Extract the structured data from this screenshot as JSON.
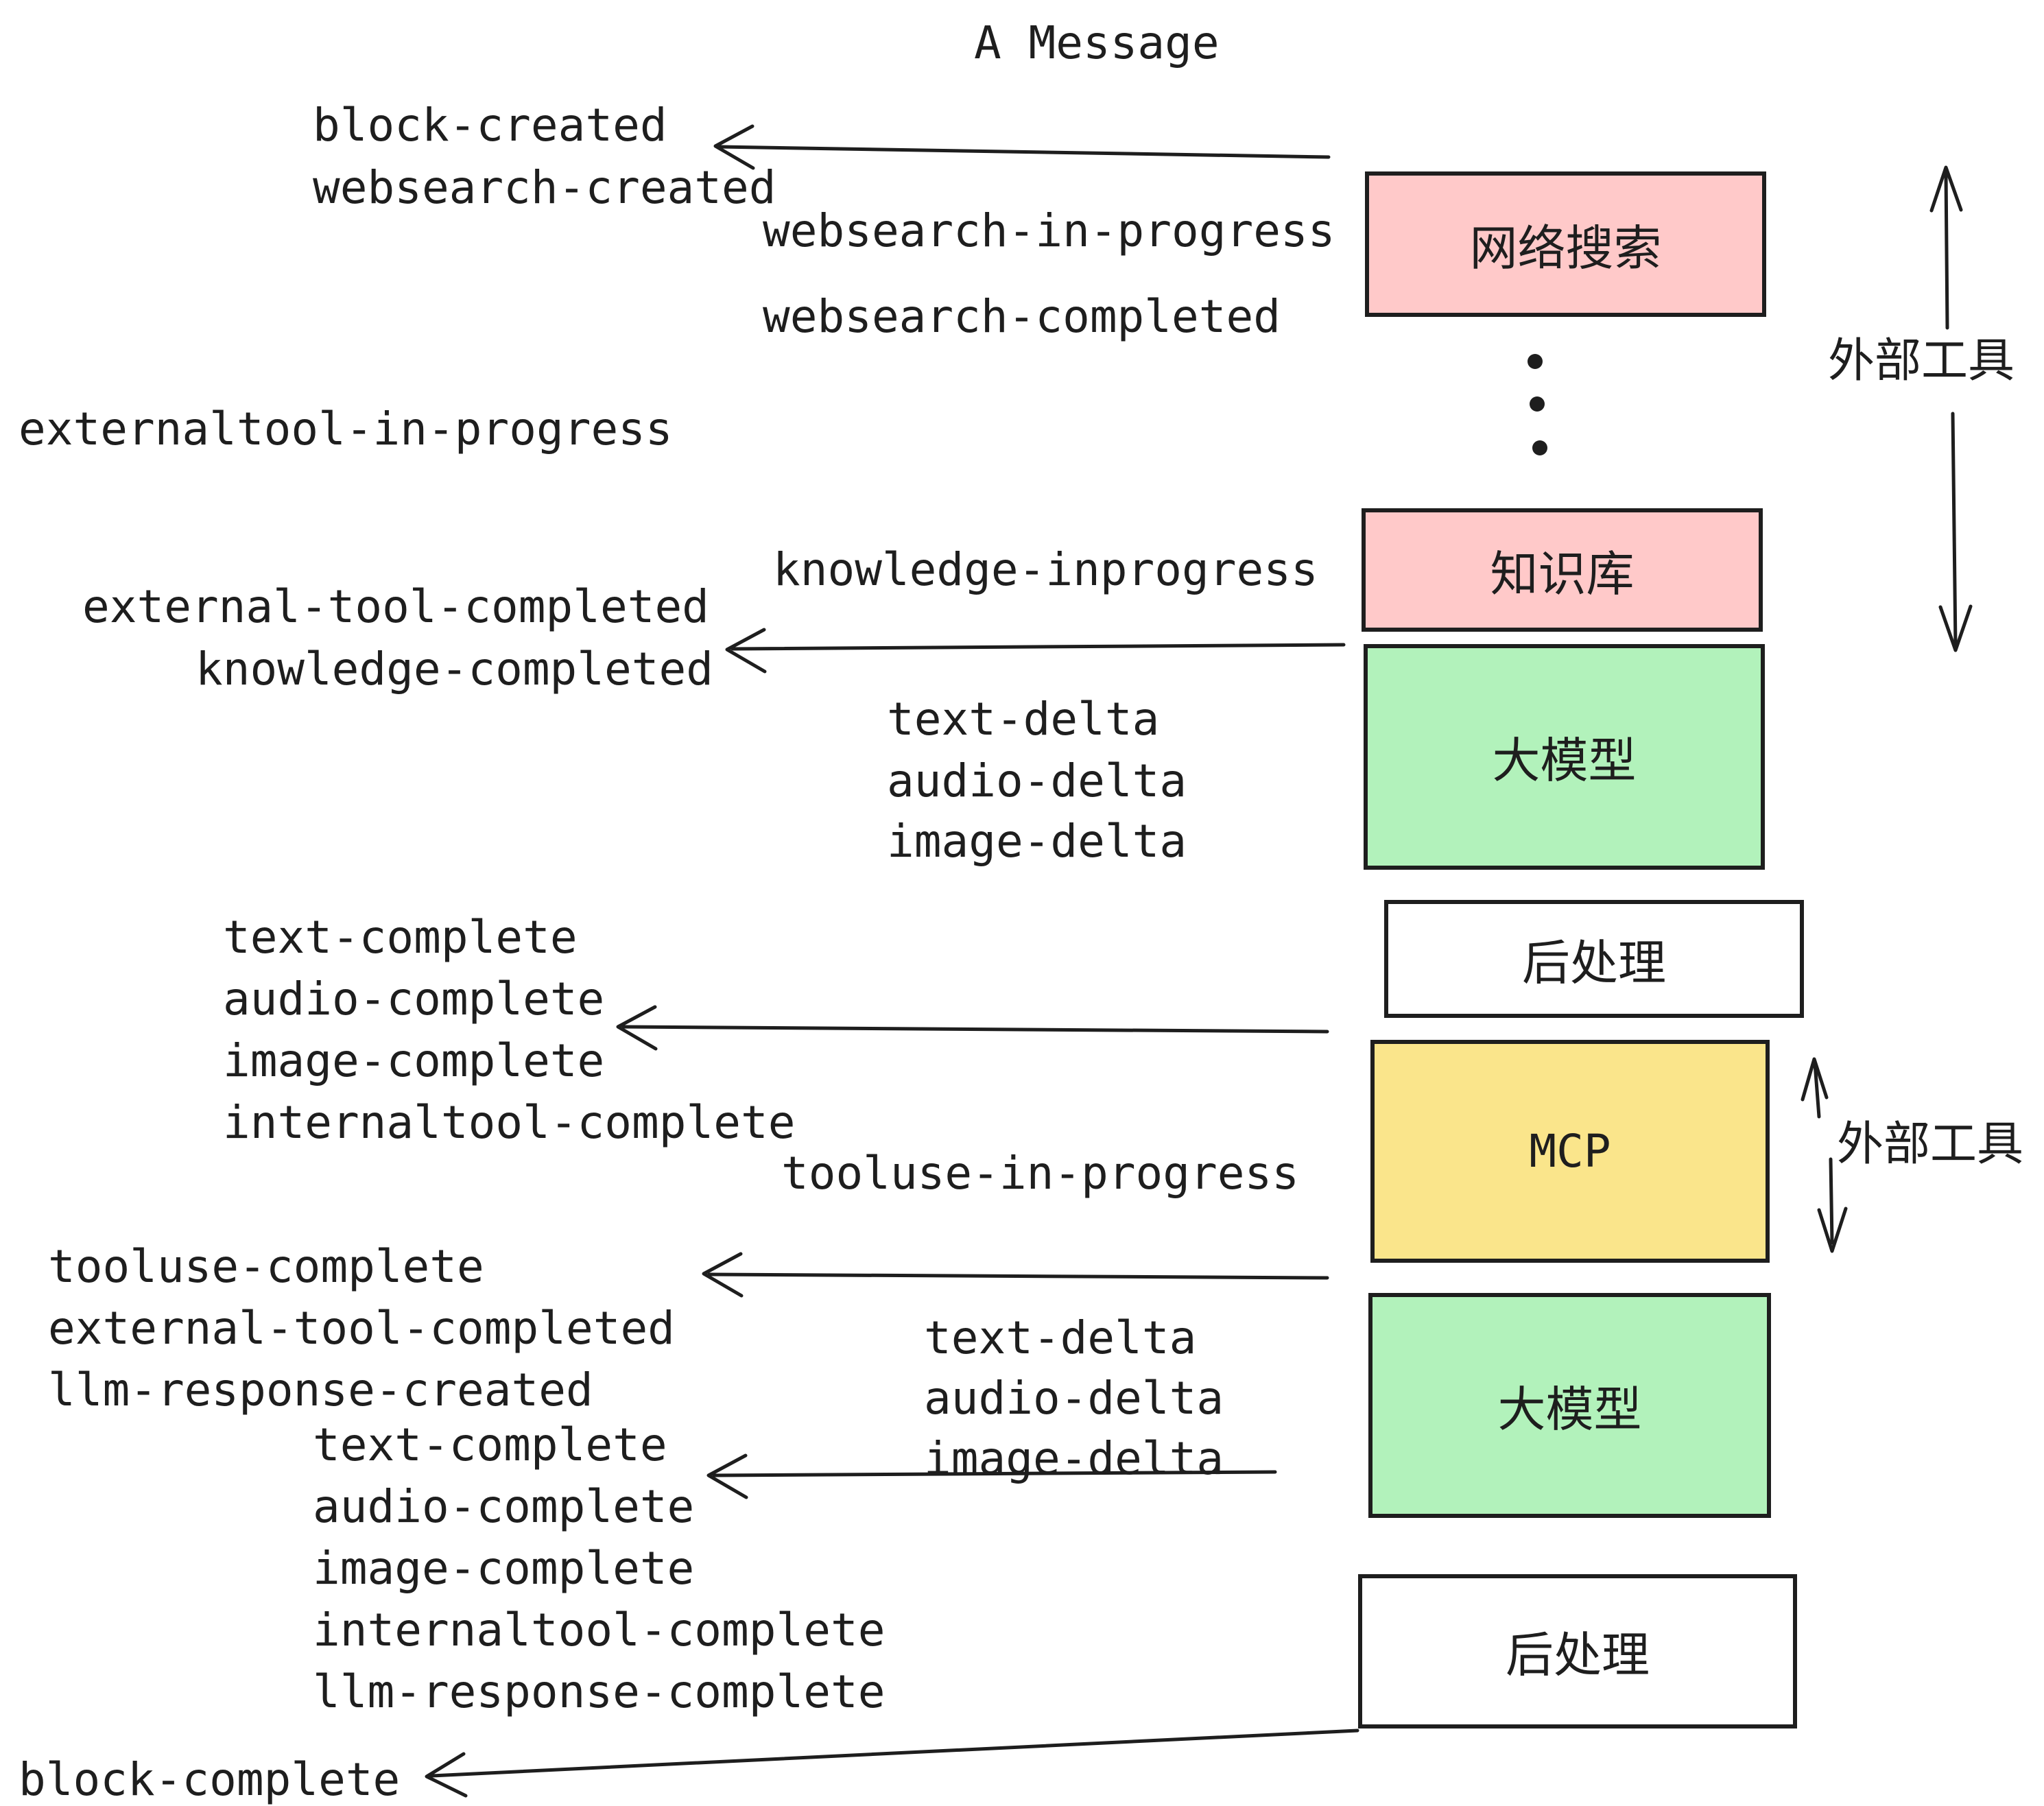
{
  "title": "A Message",
  "colors": {
    "pink": "#ffc9c9",
    "green": "#b2f2bb",
    "yellow": "#fae58b",
    "white": "#ffffff",
    "stroke": "#1e1e1e"
  },
  "boxes": [
    {
      "id": "websearch",
      "label": "网络搜索",
      "color": "#ffc9c9"
    },
    {
      "id": "knowledge",
      "label": "知识库",
      "color": "#ffc9c9"
    },
    {
      "id": "llm-1",
      "label": "大模型",
      "color": "#b2f2bb"
    },
    {
      "id": "postprocess-1",
      "label": "后处理",
      "color": "#ffffff"
    },
    {
      "id": "mcp",
      "label": "MCP",
      "color": "#fae58b"
    },
    {
      "id": "llm-2",
      "label": "大模型",
      "color": "#b2f2bb"
    },
    {
      "id": "postprocess-2",
      "label": "后处理",
      "color": "#ffffff"
    }
  ],
  "side_labels": {
    "external_tools_top": "外部工具",
    "external_tools_mcp": "外部工具"
  },
  "events": [
    {
      "text": "block-created"
    },
    {
      "text": "websearch-created"
    },
    {
      "text": "websearch-in-progress"
    },
    {
      "text": "websearch-completed"
    },
    {
      "text": "externaltool-in-progress"
    },
    {
      "text": "knowledge-inprogress"
    },
    {
      "text": "external-tool-completed"
    },
    {
      "text": "knowledge-completed"
    },
    {
      "text": "text-delta"
    },
    {
      "text": "audio-delta"
    },
    {
      "text": "image-delta"
    },
    {
      "text": "text-complete"
    },
    {
      "text": "audio-complete"
    },
    {
      "text": "image-complete"
    },
    {
      "text": "internaltool-complete"
    },
    {
      "text": "tooluse-in-progress"
    },
    {
      "text": "tooluse-complete"
    },
    {
      "text": "external-tool-completed"
    },
    {
      "text": "llm-response-created"
    },
    {
      "text": "text-complete"
    },
    {
      "text": "audio-complete"
    },
    {
      "text": "text-delta"
    },
    {
      "text": "audio-delta"
    },
    {
      "text": "image-delta"
    },
    {
      "text": "image-complete"
    },
    {
      "text": "internaltool-complete"
    },
    {
      "text": "llm-response-complete"
    },
    {
      "text": "block-complete"
    }
  ]
}
